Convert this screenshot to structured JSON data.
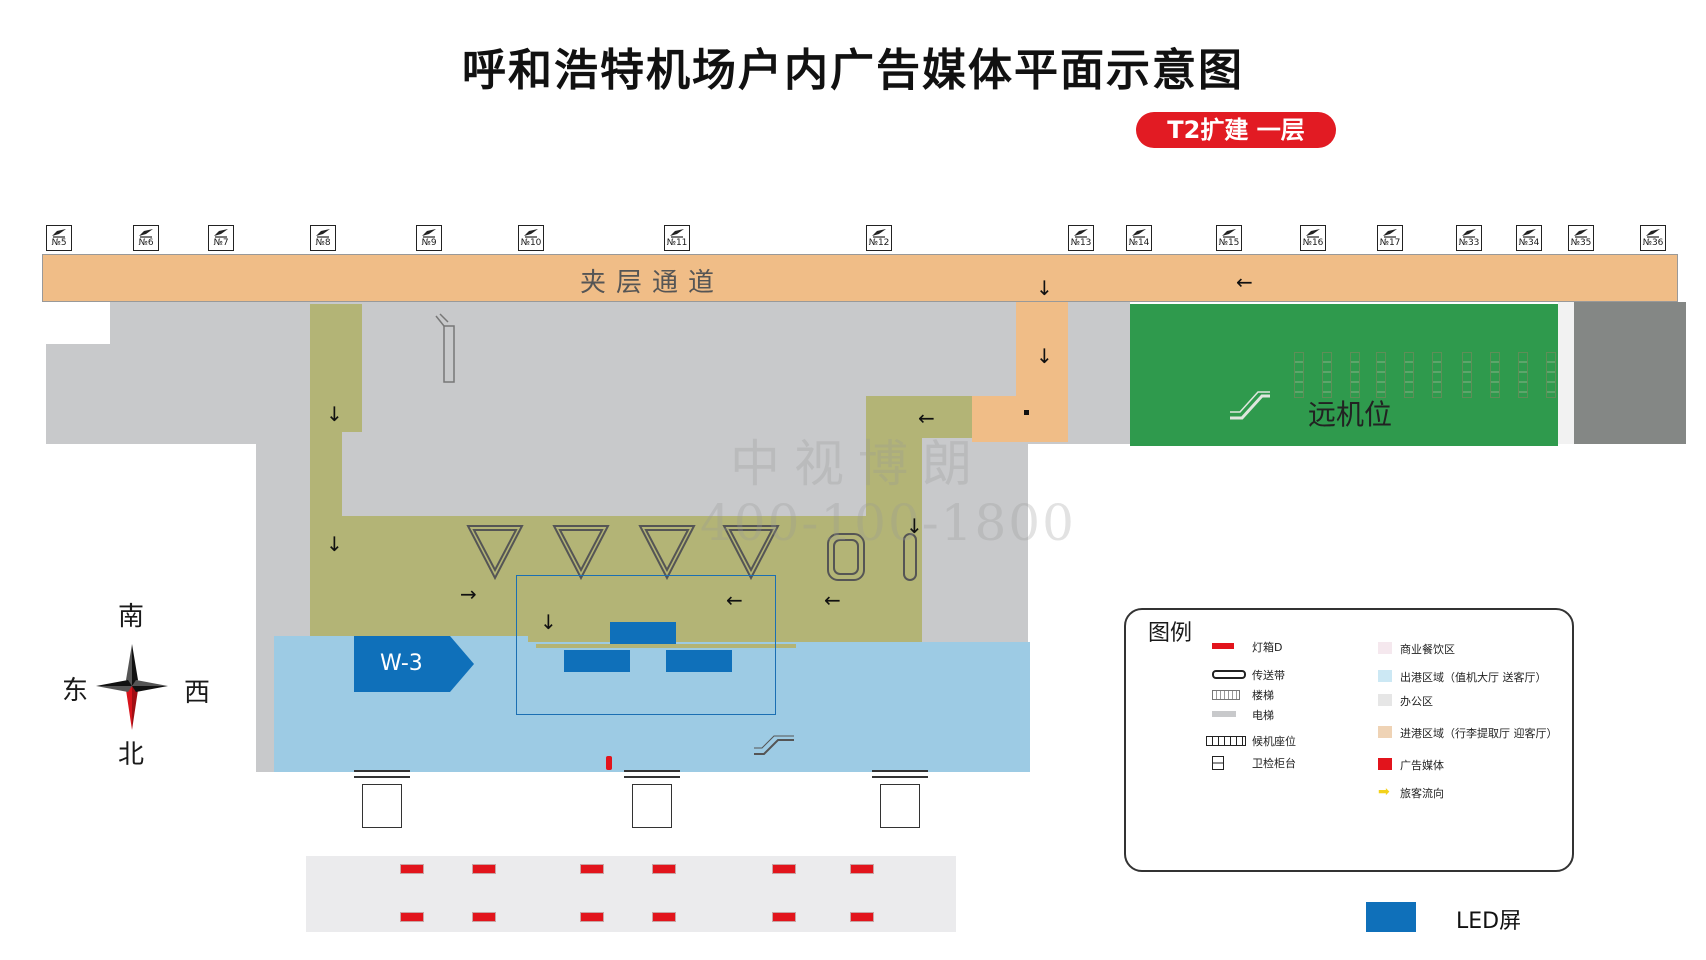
{
  "title": "呼和浩特机场户内广告媒体平面示意图",
  "floor_badge": "T2扩建 一层",
  "gates": [
    "№5",
    "№6",
    "№7",
    "№8",
    "№9",
    "№10",
    "№11",
    "№12",
    "№13",
    "№14",
    "№15",
    "№16",
    "№17",
    "№33",
    "№34",
    "№35",
    "№36"
  ],
  "corridor_label": "夹层通道",
  "remote_stand_label": "远机位",
  "media_tag": "W-3",
  "compass": {
    "south": "南",
    "north": "北",
    "east": "东",
    "west": "西"
  },
  "watermark": {
    "line1": "中视博朗",
    "line2": "400-100-1800"
  },
  "legend": {
    "title": "图例",
    "left": [
      "灯箱D",
      "传送带",
      "楼梯",
      "电梯",
      "候机座位",
      "卫检柜台"
    ],
    "right": [
      "商业餐饮区",
      "出港区域（值机大厅 送客厅）",
      "办公区",
      "进港区域（行李提取厅 迎客厅）",
      "广告媒体",
      "旅客流向"
    ]
  },
  "led_legend_label": "LED屏",
  "colors": {
    "corridor": "#f0bd87",
    "olive_area": "#b3b476",
    "arrival_blue": "#9dcbe4",
    "remote_green": "#2f9a4d",
    "led_blue": "#0f70ba",
    "badge_red": "#e21b23",
    "media_red": "#e2141c"
  },
  "icons": [
    "airplane-departure-icon",
    "arrow-icon",
    "escalator-icon",
    "compass-icon",
    "baggage-carousel-icon"
  ]
}
